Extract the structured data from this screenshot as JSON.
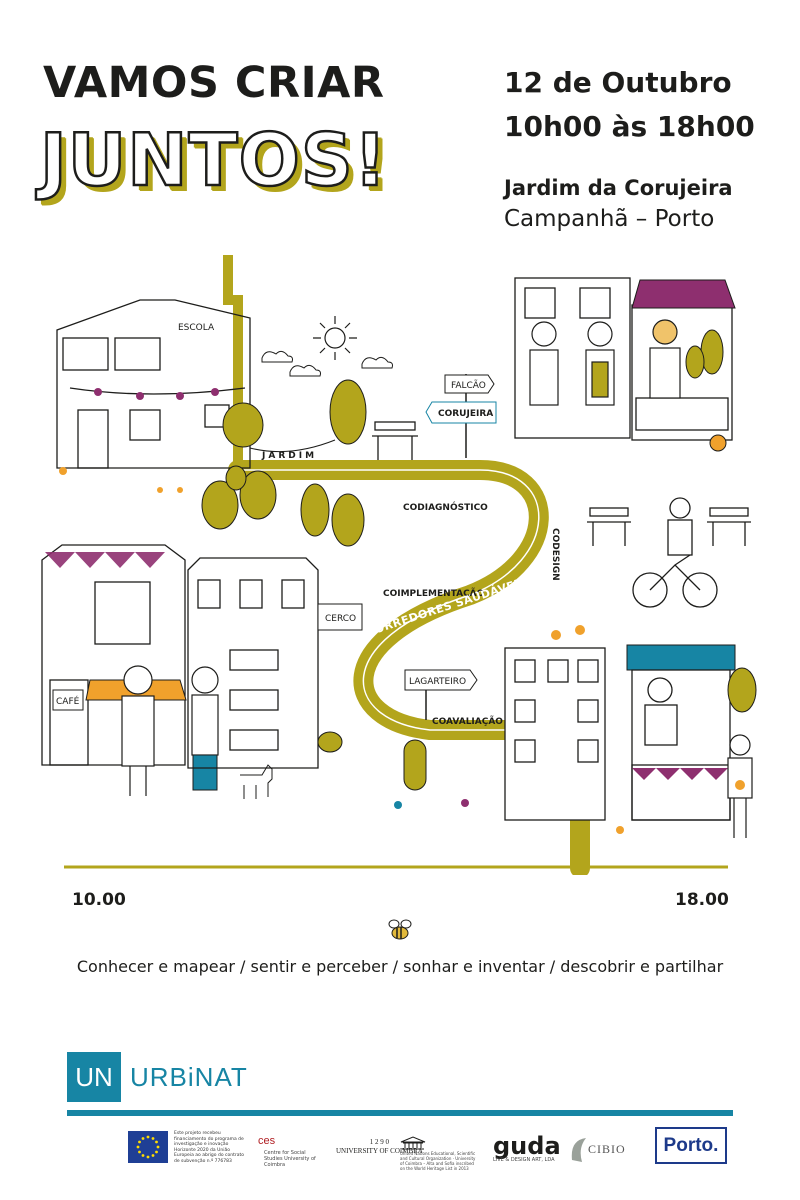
{
  "header": {
    "headline_1": "VAMOS CRIAR",
    "headline_2": "JUNTOS!",
    "date": "12 de Outubro",
    "time": "10h00 às 18h00",
    "venue": "Jardim da Corujeira",
    "city": "Campanhã – Porto"
  },
  "map_labels": {
    "escola": "ESCOLA",
    "jardim": "JARDIM",
    "falcao": "FALCÃO",
    "corujeira": "CORUJEIRA",
    "cafe": "CAFÉ",
    "cerco": "CERCO",
    "lagarteiro": "LAGARTEIRO",
    "stage_1": "CODIAGNÓSTICO",
    "stage_2": "CODESIGN",
    "stage_3": "COIMPLEMENTAÇÃO",
    "stage_4": "COAVALIAÇÃO",
    "path_title": "CORREDORES SAUDÁVEIS"
  },
  "timeline": {
    "start": "10.00",
    "end": "18.00"
  },
  "tagline": "Conhecer e mapear / sentir e perceber / sonhar e inventar / descobrir e partilhar",
  "footer": {
    "urbinat_mark": "UN",
    "urbinat_name": "URBiNAT",
    "eu_text": "Este projeto recebeu financiamento do programa de investigação e inovação Horizonte 2020 da União Europeia ao abrigo do contrato de subvenção n.º 776783",
    "ces_name": "ces",
    "ces_sub": "Centre for Social Studies University of Coimbra",
    "coimbra_year": "1 2 9 0",
    "coimbra_name": "UNIVERSITY OF COIMBRA",
    "unesco_text": "United Nations Educational, Scientific and Cultural Organization · University of Coimbra – Alta and Sofia inscribed on the World Heritage List in 2013",
    "guda_name": "guda",
    "guda_sub": "LIVE & DESIGN ART, LDA",
    "cibio_name": "CIBIO",
    "porto_name": "Porto."
  },
  "colors": {
    "accent": "#b3a51c",
    "ink": "#1d1d1b",
    "brand_blue": "#1785a4",
    "awning_purple": "#8e2f6f",
    "awning_orange": "#f0a12c",
    "sign_teal": "#1785a4"
  }
}
